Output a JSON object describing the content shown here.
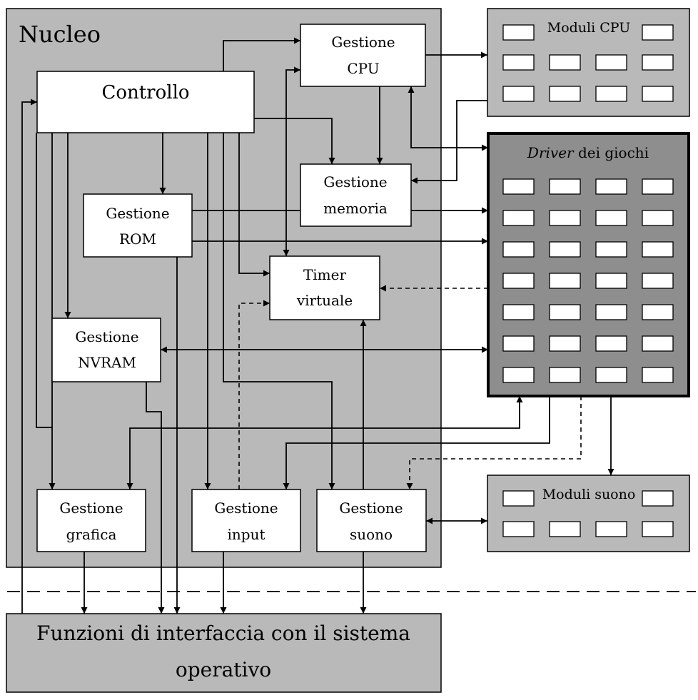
{
  "nucleo": {
    "label": "Nucleo"
  },
  "controllo": {
    "label": "Controllo"
  },
  "gestione_cpu": {
    "line1": "Gestione",
    "line2": "CPU"
  },
  "gestione_memoria": {
    "line1": "Gestione",
    "line2": "memoria"
  },
  "gestione_rom": {
    "line1": "Gestione",
    "line2": "ROM"
  },
  "timer_virtuale": {
    "line1": "Timer",
    "line2": "virtuale"
  },
  "gestione_nvram": {
    "line1": "Gestione",
    "line2": "NVRAM"
  },
  "gestione_grafica": {
    "line1": "Gestione",
    "line2": "grafica"
  },
  "gestione_input": {
    "line1": "Gestione",
    "line2": "input"
  },
  "gestione_suono": {
    "line1": "Gestione",
    "line2": "suono"
  },
  "moduli_cpu": {
    "label": "Moduli CPU"
  },
  "driver_giochi": {
    "label_italic": "Driver",
    "label_rest": " dei giochi"
  },
  "moduli_suono": {
    "label": "Moduli suono"
  },
  "interfaccia": {
    "line1": "Funzioni di interfaccia con il sistema",
    "line2": "operativo"
  },
  "colors": {
    "panel": "#b9b9b9",
    "driver_panel": "#8e8e8e",
    "box": "#ffffff",
    "line": "#000000"
  }
}
